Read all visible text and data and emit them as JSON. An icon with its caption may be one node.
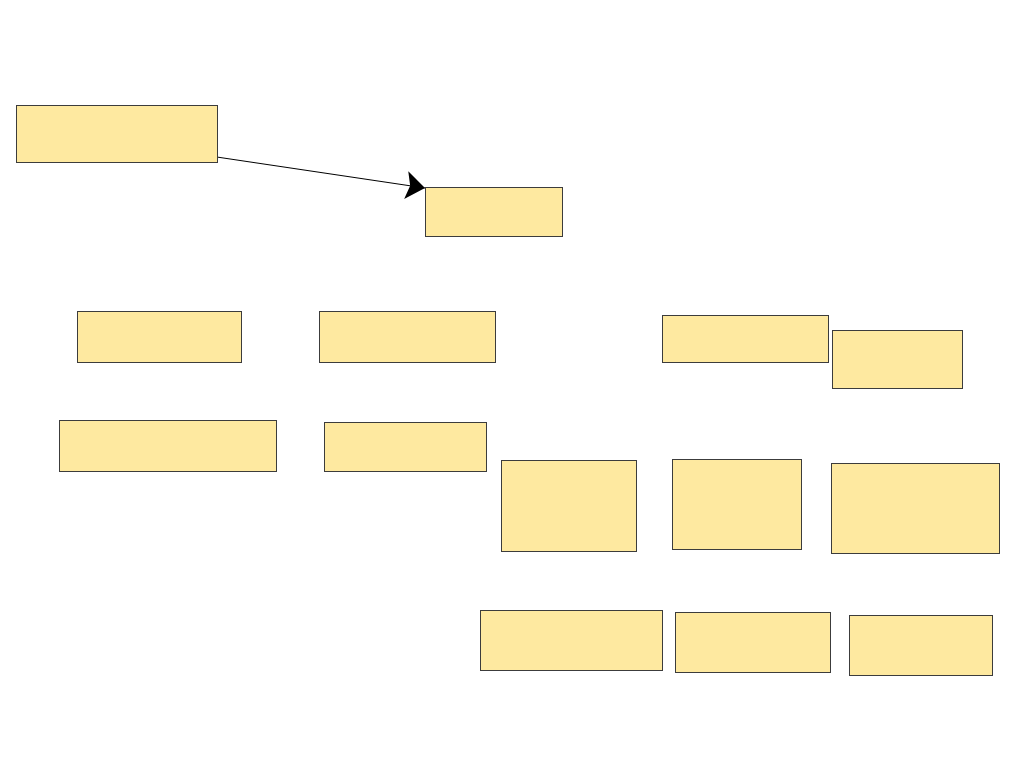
{
  "diagram": {
    "nodes": [
      {
        "text": [],
        "shape": "box"
      },
      {
        "text": [],
        "shape": "box"
      },
      {
        "text": [],
        "shape": "box"
      },
      {
        "text": [],
        "shape": "box"
      },
      {
        "text": [],
        "shape": "box"
      },
      {
        "text": [],
        "shape": "box"
      },
      {
        "text": [],
        "shape": "box"
      },
      {
        "text": [],
        "shape": "box"
      },
      {
        "text": [],
        "shape": "box"
      },
      {
        "text": [],
        "shape": "box"
      },
      {
        "text": [],
        "shape": "box"
      },
      {
        "text": [],
        "shape": "box"
      },
      {
        "text": [],
        "shape": "box"
      },
      {
        "text": [],
        "shape": "box"
      }
    ],
    "edges": [
      {
        "from": 0,
        "to": 1,
        "arrow": "to"
      }
    ]
  }
}
